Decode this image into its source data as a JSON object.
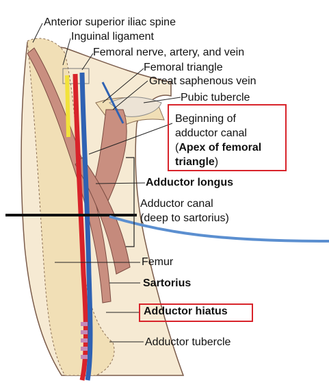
{
  "labels": {
    "asis": "Anterior superior iliac spine",
    "inguinal": "Inguinal ligament",
    "femoral_nav": "Femoral nerve, artery, and vein",
    "femoral_triangle": "Femoral triangle",
    "gsv": "Great saphenous vein",
    "pubic_tubercle": "Pubic tubercle",
    "beginning_1": "Beginning of",
    "beginning_2": "adductor canal",
    "apex_open": "(",
    "apex_bold_1": "Apex of femoral",
    "apex_bold_2": "triangle",
    "apex_close": ")",
    "adductor_longus": "Adductor longus",
    "adductor_canal_1": "Adductor canal",
    "adductor_canal_2": "(deep to sartorius)",
    "femur": "Femur",
    "sartorius": "Sartorius",
    "adductor_hiatus": "Adductor hiatus",
    "adductor_tubercle": "Adductor tubercle"
  },
  "colors": {
    "highlight_box": "#d8232a",
    "artery": "#d8232a",
    "vein": "#2f62b3",
    "nerve": "#f2e23a",
    "muscle": "#c98f80",
    "bone": "#f1dfb6",
    "leader": "#222222",
    "probe_line": "#5b8fd0"
  }
}
